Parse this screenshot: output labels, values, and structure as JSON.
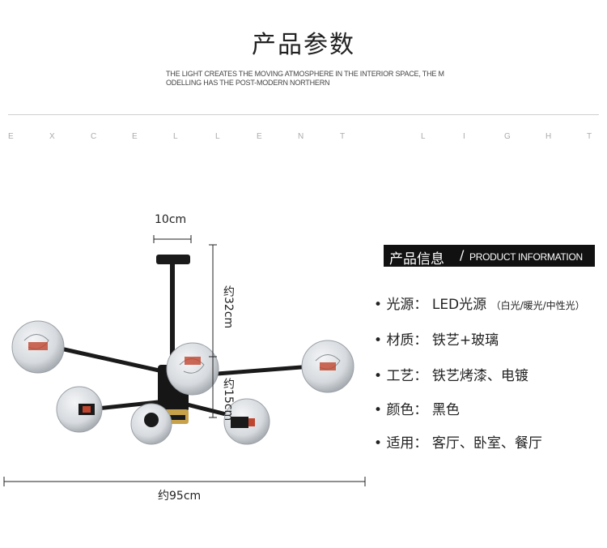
{
  "header": {
    "title": "产品参数",
    "subtitle": "THE LIGHT CREATES THE MOVING ATMOSPHERE IN THE INTERIOR SPACE, THE MODELLING HAS THE POST-MODERN NORTHERN",
    "spaced_letters": [
      "E",
      "X",
      "C",
      "E",
      "L",
      "L",
      "E",
      "N",
      "T",
      "L",
      "I",
      "G",
      "H",
      "T"
    ]
  },
  "dimensions": {
    "canopy_width": "10cm",
    "height_top": "约32cm",
    "height_lower": "约15cm",
    "total_width": "约95cm"
  },
  "info": {
    "heading_cn": "产品信息",
    "separator": "/",
    "heading_en": "PRODUCT INFORMATION",
    "specs": [
      {
        "bullet": "•",
        "label": "光源：",
        "value": "LED光源",
        "note": "（白光/暖光/中性光）"
      },
      {
        "bullet": "•",
        "label": "材质：",
        "value": "铁艺+玻璃"
      },
      {
        "bullet": "•",
        "label": "工艺：",
        "value": "铁艺烤漆、电镀"
      },
      {
        "bullet": "•",
        "label": "颜色：",
        "value": "黑色"
      },
      {
        "bullet": "•",
        "label": "适用：",
        "value": "客厅、卧室、餐厅"
      }
    ]
  },
  "colors": {
    "metal": "#1a1a1a",
    "brass": "#c8a24a",
    "glass": "#d9dde2",
    "filament": "#c0452e"
  }
}
